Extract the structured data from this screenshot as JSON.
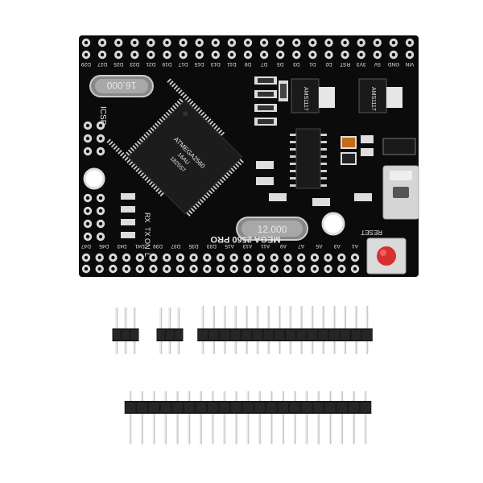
{
  "board": {
    "title_silk": "MEGA 2560 PRO",
    "icsp_silk": "ICSP",
    "reset_silk": "RESET",
    "mcu_name": "ATMEGA2560",
    "mcu_part": "16AU",
    "mcu_date": "1825S7",
    "crystal_top": "16.000",
    "crystal_bottom": "12.000",
    "regulator_1": "AMS1117",
    "regulator_2": "AMS1117",
    "led_labels": [
      "RX",
      "TX",
      "ON",
      "L"
    ],
    "top_pins": [
      "D29",
      "D27",
      "D25",
      "D23",
      "D21",
      "D19",
      "D17",
      "D15",
      "D13",
      "D11",
      "D9",
      "D7",
      "D5",
      "D3",
      "D1",
      "D2",
      "RST",
      "3V3",
      "5V",
      "GND",
      "VIN"
    ],
    "bottom_pins": [
      "D47",
      "D45",
      "D43",
      "D41",
      "D39",
      "D37",
      "D35",
      "D33",
      "A15",
      "A13",
      "A11",
      "A9",
      "A7",
      "A5",
      "A3",
      "A1"
    ]
  },
  "headers": {
    "small_3pin": 2,
    "upper_strip_pins": 16,
    "lower_strip_pins": 21
  },
  "colors": {
    "pcb": "#0b0b0b",
    "pad": "#d8d8d8",
    "chip": "#202020",
    "crystal": "#9a9a9a",
    "reset_button": "#d83030",
    "pin_gold": "#c9c9c9",
    "plastic": "#1a1a1a"
  }
}
